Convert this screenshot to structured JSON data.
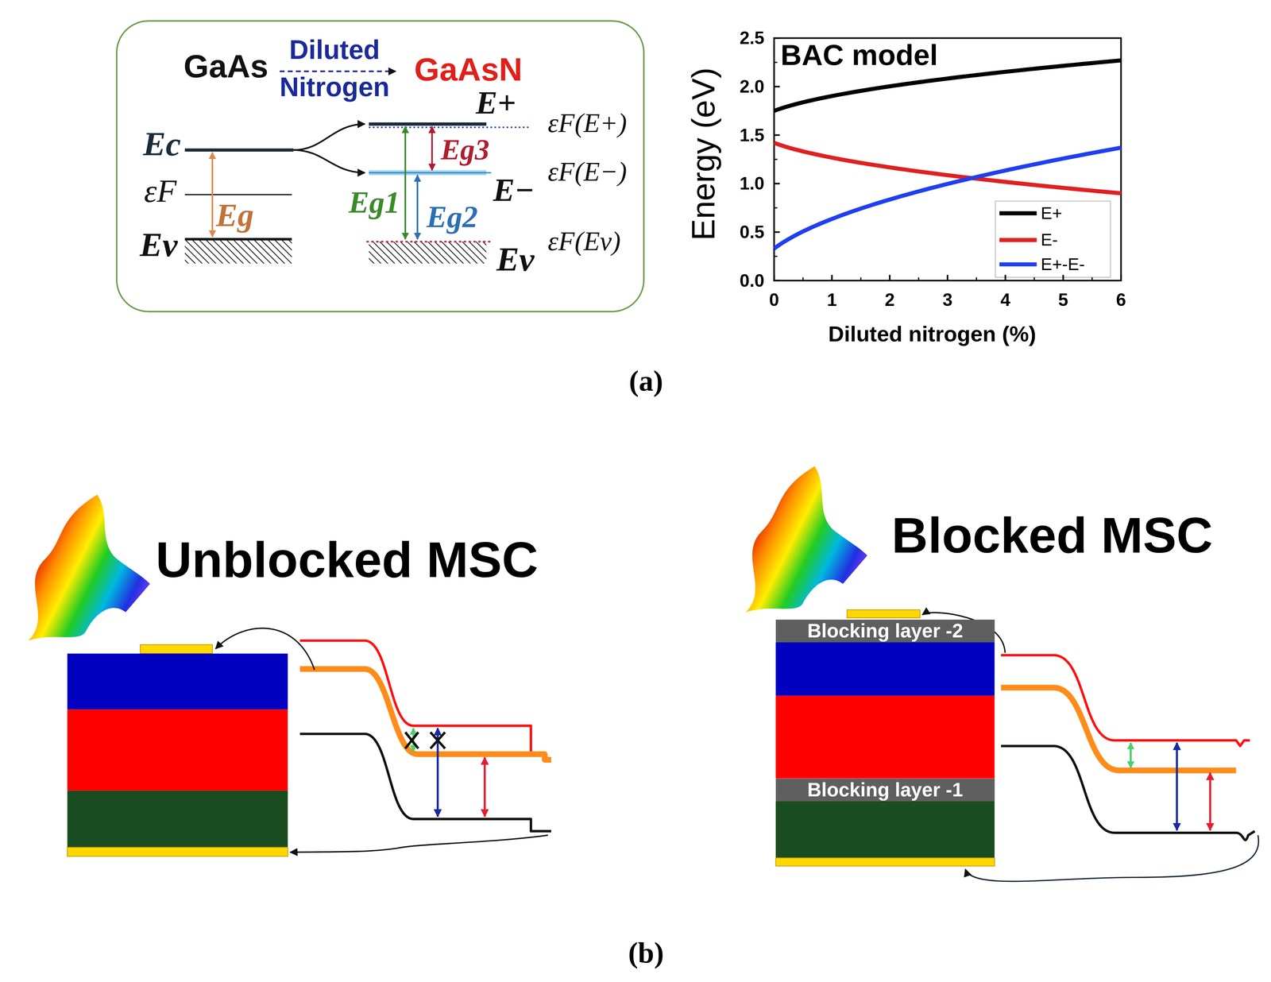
{
  "diagram": {
    "nodes": [
      {
        "text": [
          "GaAs",
          "Diluted Nitrogen",
          "GaAsN",
          "Ec",
          "εF",
          "Eg",
          "Ev",
          "E+",
          "Eg3",
          "E−",
          "Eg1",
          "Eg2",
          "Ev",
          "εF(E+)",
          "εF(E−)",
          "εF(Ev)"
        ]
      },
      {
        "text": [
          "Blocking layer -2"
        ]
      },
      {
        "text": [
          "Blocking layer -1"
        ]
      }
    ],
    "labels": [
      "BAC model",
      "2.5",
      "2.0",
      "1.5",
      "1.0",
      "0.5",
      "0.0",
      "0",
      "1",
      "2",
      "3",
      "4",
      "5",
      "6",
      "Energy (eV)",
      "Diluted nitrogen (%)",
      "(a)",
      "Unblocked MSC",
      "Blocked MSC",
      "(b)"
    ],
    "legend": [
      {
        "text": "E+"
      },
      {
        "text": "E-"
      },
      {
        "text": "E+-E-"
      }
    ]
  }
}
